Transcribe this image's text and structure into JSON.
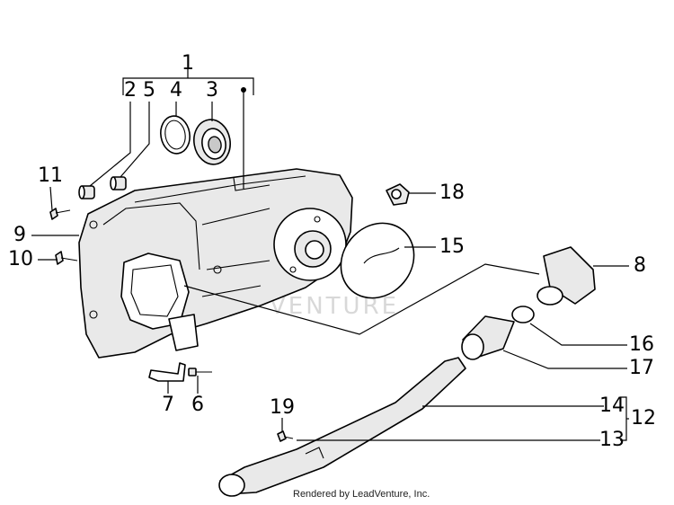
{
  "callouts": {
    "p1": "1",
    "p2": "2",
    "p3": "3",
    "p4": "4",
    "p5": "5",
    "p6": "6",
    "p7": "7",
    "p8": "8",
    "p9": "9",
    "p10": "10",
    "p11": "11",
    "p12": "12",
    "p13": "13",
    "p14": "14",
    "p15": "15",
    "p16": "16",
    "p17": "17",
    "p18": "18",
    "p19": "19"
  },
  "watermark": "VENTURE",
  "credit": "Rendered by LeadVenture, Inc."
}
